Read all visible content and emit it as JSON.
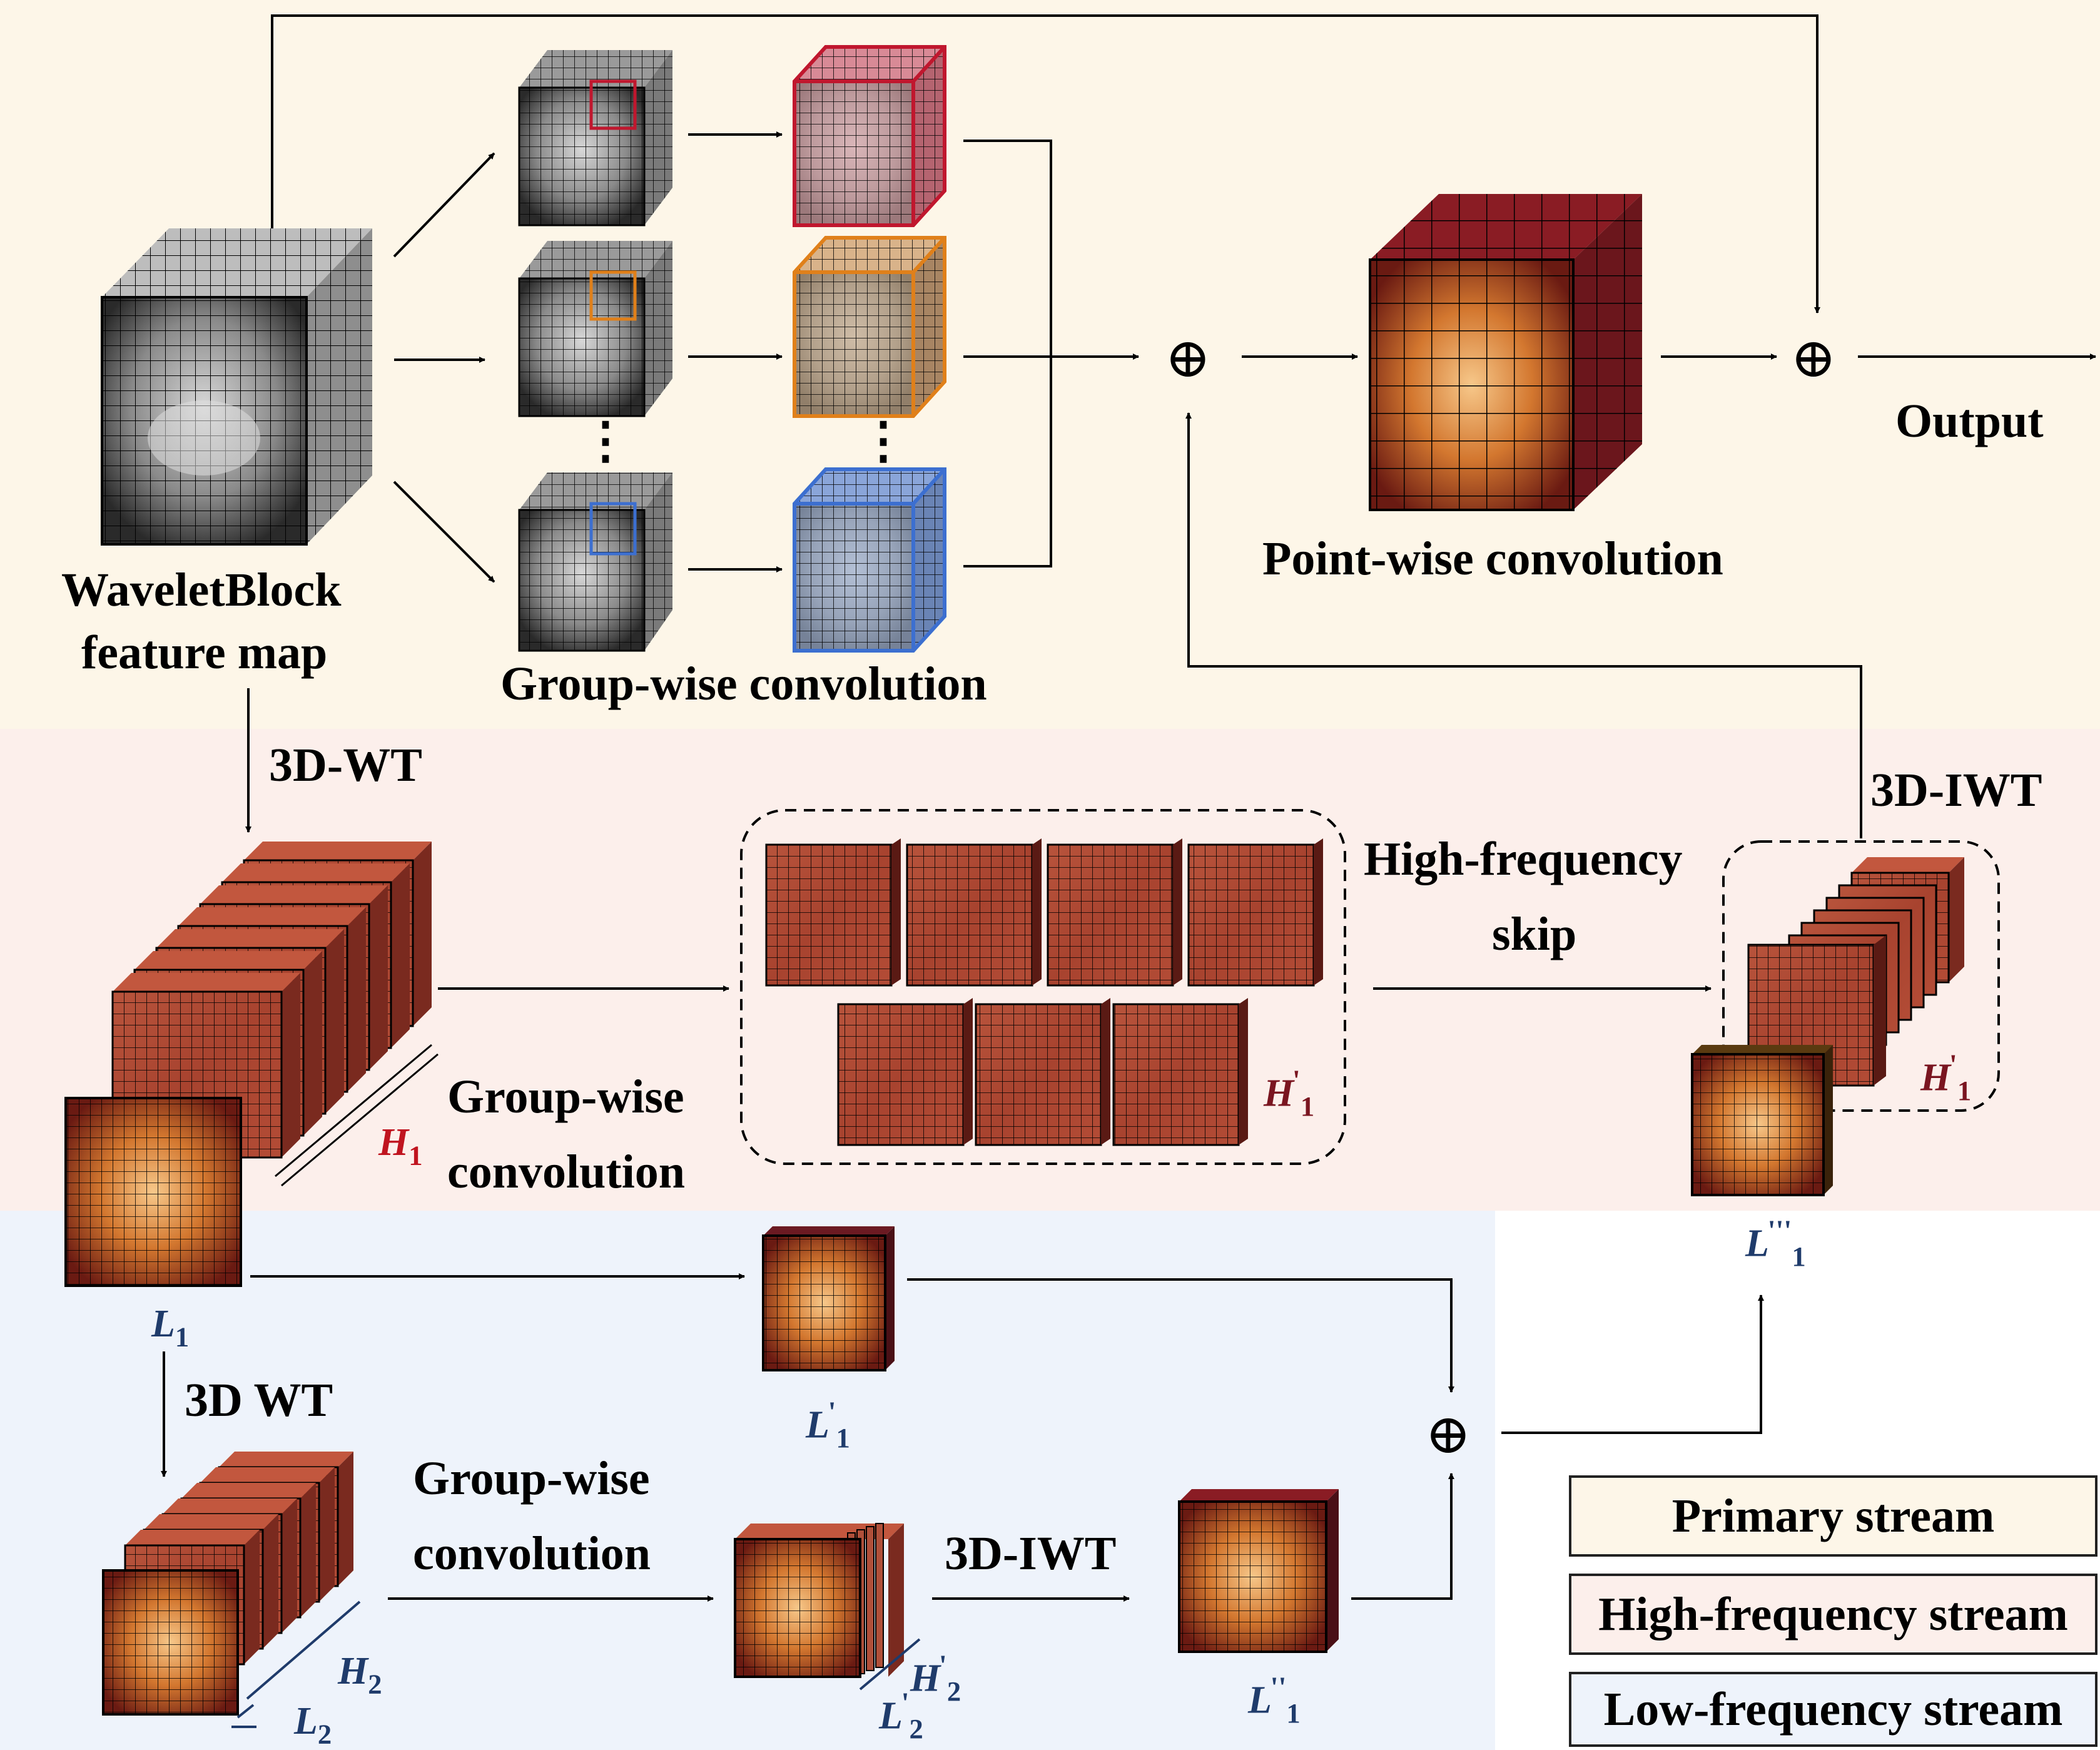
{
  "colors": {
    "primary_bg": "#fdf6e8",
    "high_bg": "#fcefeb",
    "low_bg": "#eef3fb",
    "tissue_red": "#b54a35",
    "tissue_dark": "#6b1a22",
    "group_red": "#c0172e",
    "group_orange": "#e0801a",
    "group_blue": "#3c6fd0"
  },
  "labels": {
    "input_line1": "WaveletBlock",
    "input_line2": "feature map",
    "group_wise_top": "Group-wise convolution",
    "point_wise": "Point-wise convolution",
    "output": "Output",
    "wt_top": "3D-WT",
    "iwt_top": "3D-IWT",
    "hf_skip_line1": "High-frequency",
    "hf_skip_line2": "skip",
    "gw_mid_line1": "Group-wise",
    "gw_mid_line2": "convolution",
    "wt_low": "3D WT",
    "gw_low_line1": "Group-wise",
    "gw_low_line2": "convolution",
    "iwt_low": "3D-IWT",
    "dots": "⋮",
    "plus": "⊕"
  },
  "symbols": {
    "H": "H",
    "L": "L",
    "sub1": "1",
    "sub2": "2",
    "prime": "'",
    "dprime": "''",
    "tprime": "'''"
  },
  "legend": [
    {
      "label": "Primary stream",
      "color": "#fdf6e8"
    },
    {
      "label": "High-frequency stream",
      "color": "#fcefeb"
    },
    {
      "label": "Low-frequency stream",
      "color": "#eef3fb"
    }
  ]
}
